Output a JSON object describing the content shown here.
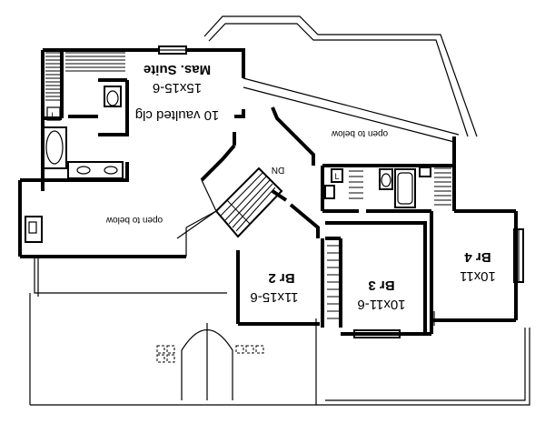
{
  "rooms": {
    "master_suite": {
      "name": "Mas. Suite",
      "size": "15x15-6",
      "note": "10 vaulted clg"
    },
    "br2": {
      "name": "Br 2",
      "size": "11x15-6"
    },
    "br3": {
      "name": "Br 3",
      "size": "10x11-6"
    },
    "br4": {
      "name": "Br 4",
      "size": "10x11"
    }
  },
  "open_areas": {
    "upper": "open to below",
    "lower": "open to below"
  },
  "stair_label": "DN"
}
